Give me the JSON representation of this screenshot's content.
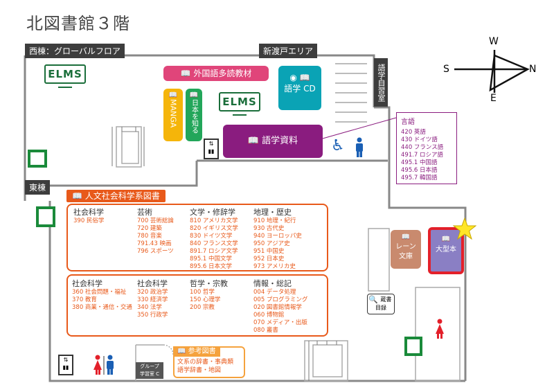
{
  "title": "北図書館３階",
  "compass": {
    "w": "W",
    "s": "S",
    "n": "N",
    "e": "E"
  },
  "zones": {
    "west": "西棟：グローバルフロア",
    "shinto": "新渡戸エリア",
    "east": "東棟",
    "study": "語学自習室",
    "group": "グループ",
    "group_room": "学習室 C"
  },
  "elms": "ELMS",
  "shelves": {
    "foreign": "外国語多読教材",
    "cd": "語学 CD",
    "manga": "MANGA",
    "japan": "日本を知る",
    "gogaku": "語学資料",
    "lane": "レーン",
    "lane2": "文庫",
    "large": "大型本",
    "catalog1": "蔵書",
    "catalog2": "目録"
  },
  "language_box": {
    "title": "言語",
    "items": [
      "420 英語",
      "430 ドイツ語",
      "440 フランス語",
      "491.7 ロシア語",
      "495.1 中国語",
      "495.6 日本語",
      "495.7 韓国語"
    ]
  },
  "humanities": {
    "title": "人文社会科学系図書",
    "top": [
      {
        "head": "社会科学",
        "items": [
          "390 民俗学"
        ]
      },
      {
        "head": "芸術",
        "items": [
          "700 芸術総論",
          "720 建築",
          "780 音楽",
          "791.43 映画",
          "796 スポーツ"
        ]
      },
      {
        "head": "文学・修辞学",
        "items": [
          "810 アメリカ文学",
          "820 イギリス文学",
          "830 ドイツ文学",
          "840 フランス文学",
          "891.7 ロシア文学",
          "895.1 中国文学",
          "895.6 日本文学"
        ]
      },
      {
        "head": "地理・歴史",
        "items": [
          "910 地理・紀行",
          "930 古代史",
          "940 ヨーロッパ史",
          "950 アジア史",
          "951 中国史",
          "952 日本史",
          "973 アメリカ史"
        ]
      }
    ],
    "bottom": [
      {
        "head": "社会科学",
        "items": [
          "360 社会問題・福祉",
          "370 教育",
          "380 商業・通信・交通"
        ]
      },
      {
        "head": "社会科学",
        "items": [
          "320 政治学",
          "330 経済学",
          "340 法学",
          "350 行政学"
        ]
      },
      {
        "head": "哲学・宗教",
        "items": [
          "100 哲学",
          "150 心理学",
          "200 宗教"
        ]
      },
      {
        "head": "情報・総記",
        "items": [
          "004 データ処理",
          "005 プログラミング",
          "020 図書館情報学",
          "060 博物館",
          "070 メディア・出版",
          "080 叢書"
        ]
      }
    ]
  },
  "reference": {
    "title": "参考図書",
    "line1": "文系の辞書・事典類",
    "line2": "語学辞書・地図"
  },
  "colors": {
    "orange": "#e8591a",
    "purple": "#8a1c7f",
    "teal": "#0aa3b5",
    "pink": "#e0457a",
    "yellow": "#f5b50a",
    "green": "#22a65a",
    "red": "#e3202a",
    "lavender": "#8a7fc4",
    "brown": "#c98a6e"
  }
}
